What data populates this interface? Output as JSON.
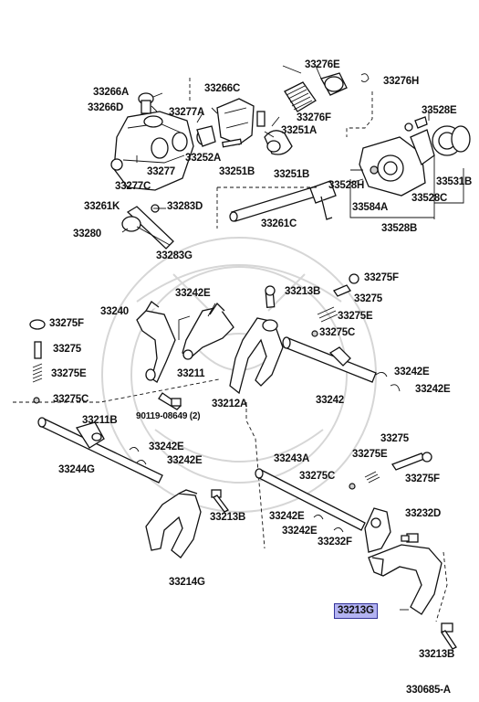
{
  "diagram_id": "330685-A",
  "highlight_color": "#b3b3f2",
  "parts": {
    "p33276E": "33276E",
    "p33276H": "33276H",
    "p33266A": "33266A",
    "p33266C": "33266C",
    "p33266D": "33266D",
    "p33277A": "33277A",
    "p33276F": "33276F",
    "p33528E": "33528E",
    "p33251A": "33251A",
    "p33252A": "33252A",
    "p33277": "33277",
    "p33251B_a": "33251B",
    "p33251B_b": "33251B",
    "p33277C": "33277C",
    "p33528H": "33528H",
    "p33531B": "33531B",
    "p33528C": "33528C",
    "p33261K": "33261K",
    "p33283D": "33283D",
    "p33584A": "33584A",
    "p33261C": "33261C",
    "p33280": "33280",
    "p33528B": "33528B",
    "p33283G": "33283G",
    "p33275F_top": "33275F",
    "p33242E_a": "33242E",
    "p33213B_top": "33213B",
    "p33275_top": "33275",
    "p33240": "33240",
    "p33275E_top": "33275E",
    "p33275F_left": "33275F",
    "p33275C_top": "33275C",
    "p33275_left": "33275",
    "p33242E_b": "33242E",
    "p33275E_left": "33275E",
    "p33211": "33211",
    "p33242E_c": "33242E",
    "p33242": "33242",
    "p33275C_left": "33275C",
    "p33212A": "33212A",
    "p90119": "90119-08649 (2)",
    "p33211B": "33211B",
    "p33275_mid": "33275",
    "p33242E_d": "33242E",
    "p33275E_mid": "33275E",
    "p33243A": "33243A",
    "p33244G": "33244G",
    "p33242E_e": "33242E",
    "p33275C_mid": "33275C",
    "p33275F_mid": "33275F",
    "p33213B_mid": "33213B",
    "p33242E_f": "33242E",
    "p33232D": "33232D",
    "p33242E_g": "33242E",
    "p33232F": "33232F",
    "p33214G": "33214G",
    "p33213G": "33213G",
    "p33213B_bot": "33213B"
  }
}
